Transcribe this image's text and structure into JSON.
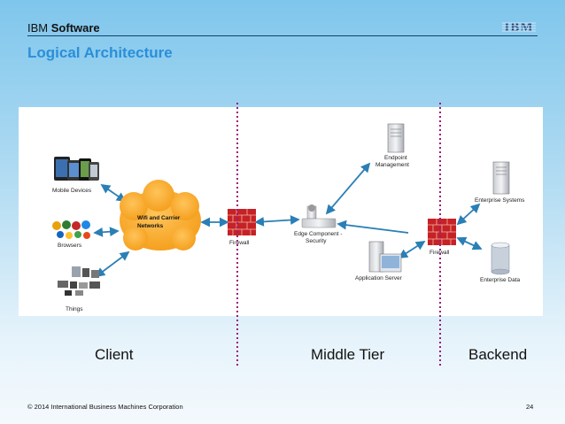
{
  "header": {
    "brand_prefix": "IBM",
    "brand_suffix": "Software",
    "logo_text": "IBM",
    "title": "Logical Architecture"
  },
  "diagram": {
    "clients": [
      {
        "label": "Mobile Devices",
        "icon": "mobile-devices-icon"
      },
      {
        "label": "Browsers",
        "icon": "browsers-icon"
      },
      {
        "label": "Things",
        "icon": "things-icon"
      }
    ],
    "network_label_line1": "Wifi and Carrier",
    "network_label_line2": "Networks",
    "firewall_label": "Firewall",
    "edge_label_line1": "Edge Component -",
    "edge_label_line2": "Security",
    "endpoint_label_line1": "Endpoint",
    "endpoint_label_line2": "Management",
    "app_server_label": "Application Server",
    "enterprise_systems_label": "Enterprise Systems",
    "enterprise_data_label": "Enterprise Data",
    "colors": {
      "network": "#f7a421",
      "firewall": "#c62127",
      "divider": "#9b1c7a",
      "arrow": "#2a7fb5"
    }
  },
  "tiers": [
    "Client",
    "Middle Tier",
    "Backend"
  ],
  "footer": {
    "copyright": "© 2014 International Business Machines Corporation",
    "page": "24"
  }
}
